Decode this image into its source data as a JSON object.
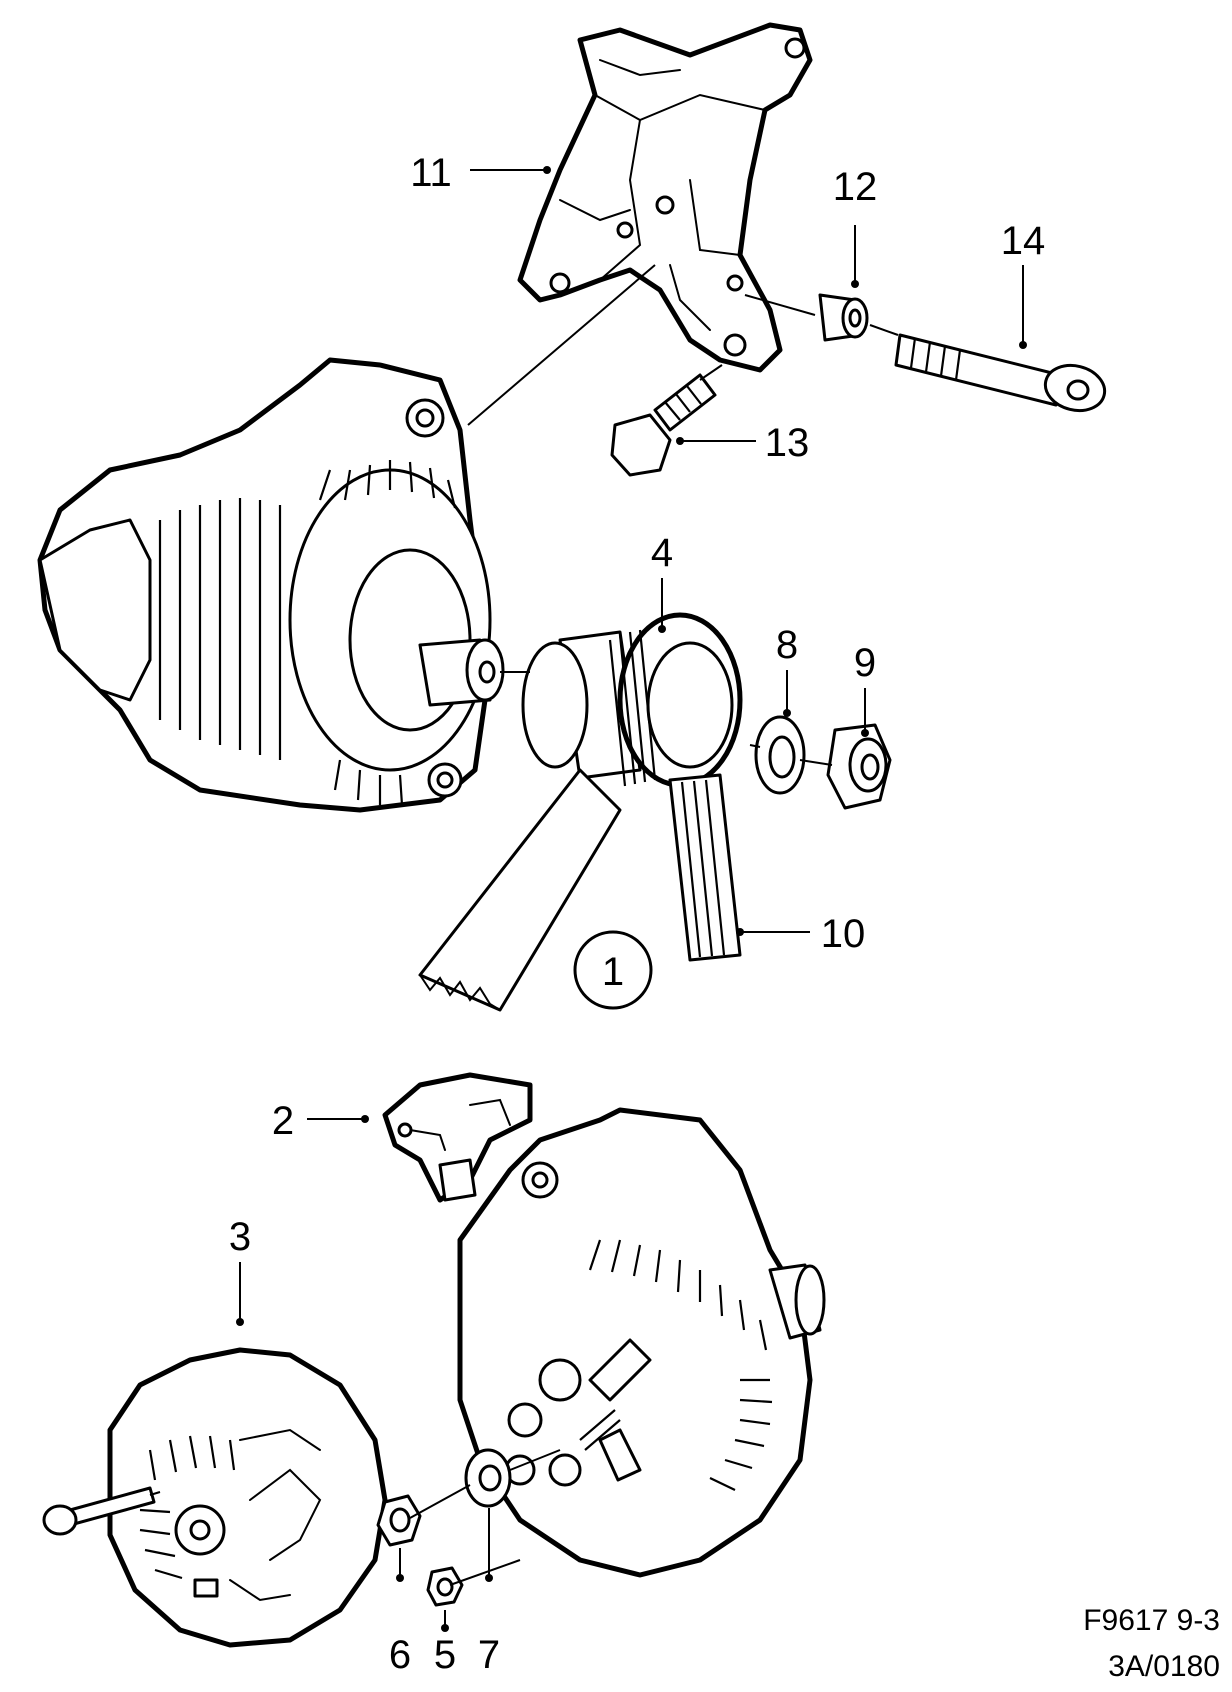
{
  "callouts": {
    "c1": "1",
    "c2": "2",
    "c3": "3",
    "c4": "4",
    "c5": "5",
    "c6": "6",
    "c7": "7",
    "c8": "8",
    "c9": "9",
    "c10": "10",
    "c11": "11",
    "c12": "12",
    "c13": "13",
    "c14": "14"
  },
  "reference": {
    "line1": "F9617 9-3",
    "line2": "3A/0180"
  }
}
